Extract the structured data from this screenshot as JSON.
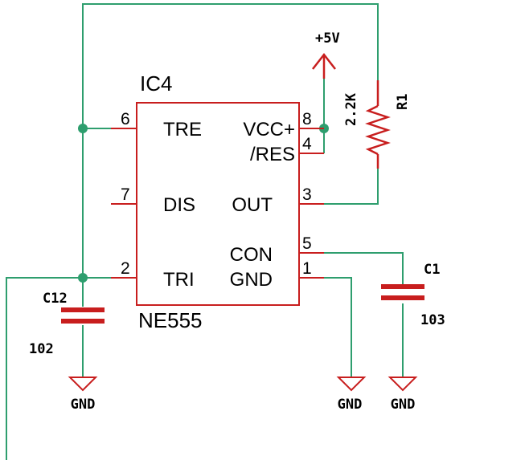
{
  "colors": {
    "wire": "#2e9e6e",
    "component": "#c81e1e",
    "junction": "#2e9e6e",
    "text": "#000000",
    "background": "#ffffff"
  },
  "ic": {
    "ref": "IC4",
    "value": "NE555",
    "pins": {
      "tre": {
        "number": "6",
        "name": "TRE"
      },
      "dis": {
        "number": "7",
        "name": "DIS"
      },
      "tri": {
        "number": "2",
        "name": "TRI"
      },
      "vcc": {
        "number": "8",
        "name": "VCC+"
      },
      "res": {
        "number": "4",
        "name": "/RES"
      },
      "out": {
        "number": "3",
        "name": "OUT"
      },
      "con": {
        "number": "5",
        "name": "CON"
      },
      "gnd": {
        "number": "1",
        "name": "GND"
      }
    }
  },
  "supply": {
    "label": "+5V"
  },
  "r1": {
    "ref": "R1",
    "value": "2.2K"
  },
  "c1": {
    "ref": "C1",
    "value": "103"
  },
  "c12": {
    "ref": "C12",
    "value": "102"
  },
  "grounds": {
    "left": "GND",
    "middle": "GND",
    "right": "GND"
  }
}
